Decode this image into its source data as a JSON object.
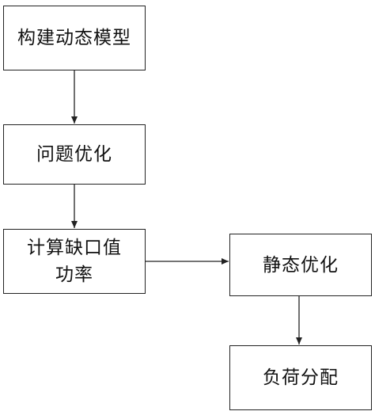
{
  "nodes": [
    {
      "id": "b1",
      "label": "构建动态模型"
    },
    {
      "id": "b2",
      "label": "问题优化"
    },
    {
      "id": "b3",
      "label": "计算缺口值\n功率"
    },
    {
      "id": "b4",
      "label": "静态优化"
    },
    {
      "id": "b5",
      "label": "负荷分配"
    }
  ],
  "edges": [
    {
      "from": "b1",
      "to": "b2"
    },
    {
      "from": "b2",
      "to": "b3"
    },
    {
      "from": "b3",
      "to": "b4"
    },
    {
      "from": "b4",
      "to": "b5"
    }
  ],
  "colors": {
    "line": "#222222",
    "text": "#111111",
    "background": "#ffffff"
  }
}
